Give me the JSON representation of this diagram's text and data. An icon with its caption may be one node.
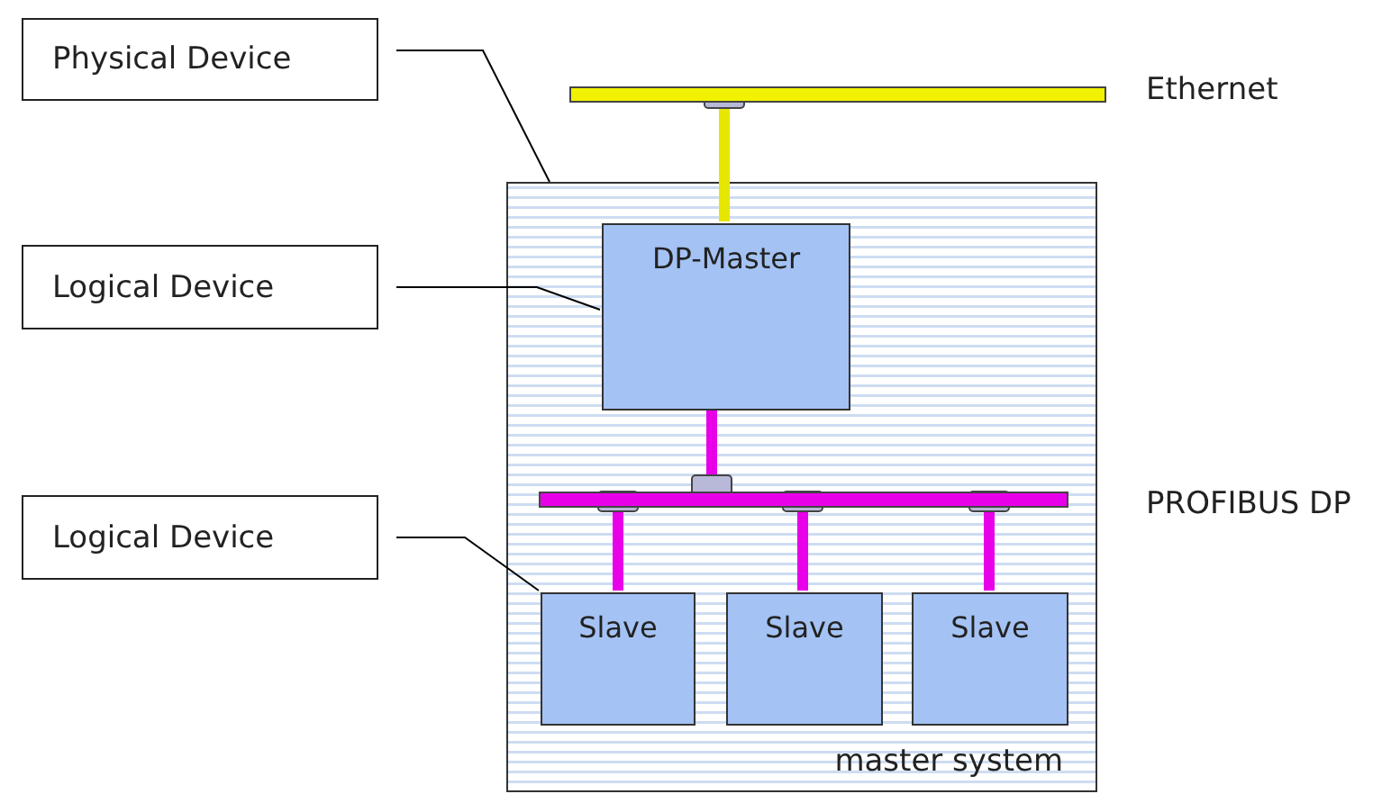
{
  "diagram": {
    "nodes": [
      {
        "text": [
          "Physical Device"
        ]
      },
      {
        "text": [
          "Logical Device"
        ]
      },
      {
        "text": [
          "Logical Device"
        ]
      },
      {
        "text": [
          "master system"
        ]
      },
      {
        "text": [
          "DP-Master"
        ],
        "in": 3
      },
      {
        "text": [
          "Slave"
        ],
        "in": 3
      },
      {
        "text": [
          "Slave"
        ],
        "in": 3
      },
      {
        "text": [
          "Slave"
        ],
        "in": 3
      },
      {
        "text": [],
        "shape": "bar",
        "beside": [
          "Ethernet"
        ]
      },
      {
        "text": [],
        "shape": "bar",
        "in": 3,
        "beside": [
          "PROFIBUS DP"
        ]
      }
    ],
    "edges": [
      {
        "from": 0,
        "to": 3,
        "arrow": "none",
        "color": "#000000"
      },
      {
        "from": 1,
        "to": 4,
        "arrow": "none",
        "color": "#000000"
      },
      {
        "from": 2,
        "to": 5,
        "arrow": "none",
        "color": "#000000"
      },
      {
        "from": 8,
        "to": 4,
        "arrow": "none",
        "color": "#e6e600"
      },
      {
        "from": 4,
        "to": 9,
        "arrow": "none",
        "color": "#e800e8"
      },
      {
        "from": 9,
        "to": 5,
        "arrow": "none",
        "color": "#e800e8"
      },
      {
        "from": 9,
        "to": 6,
        "arrow": "none",
        "color": "#e800e8"
      },
      {
        "from": 9,
        "to": 7,
        "arrow": "none",
        "color": "#e800e8"
      }
    ]
  }
}
